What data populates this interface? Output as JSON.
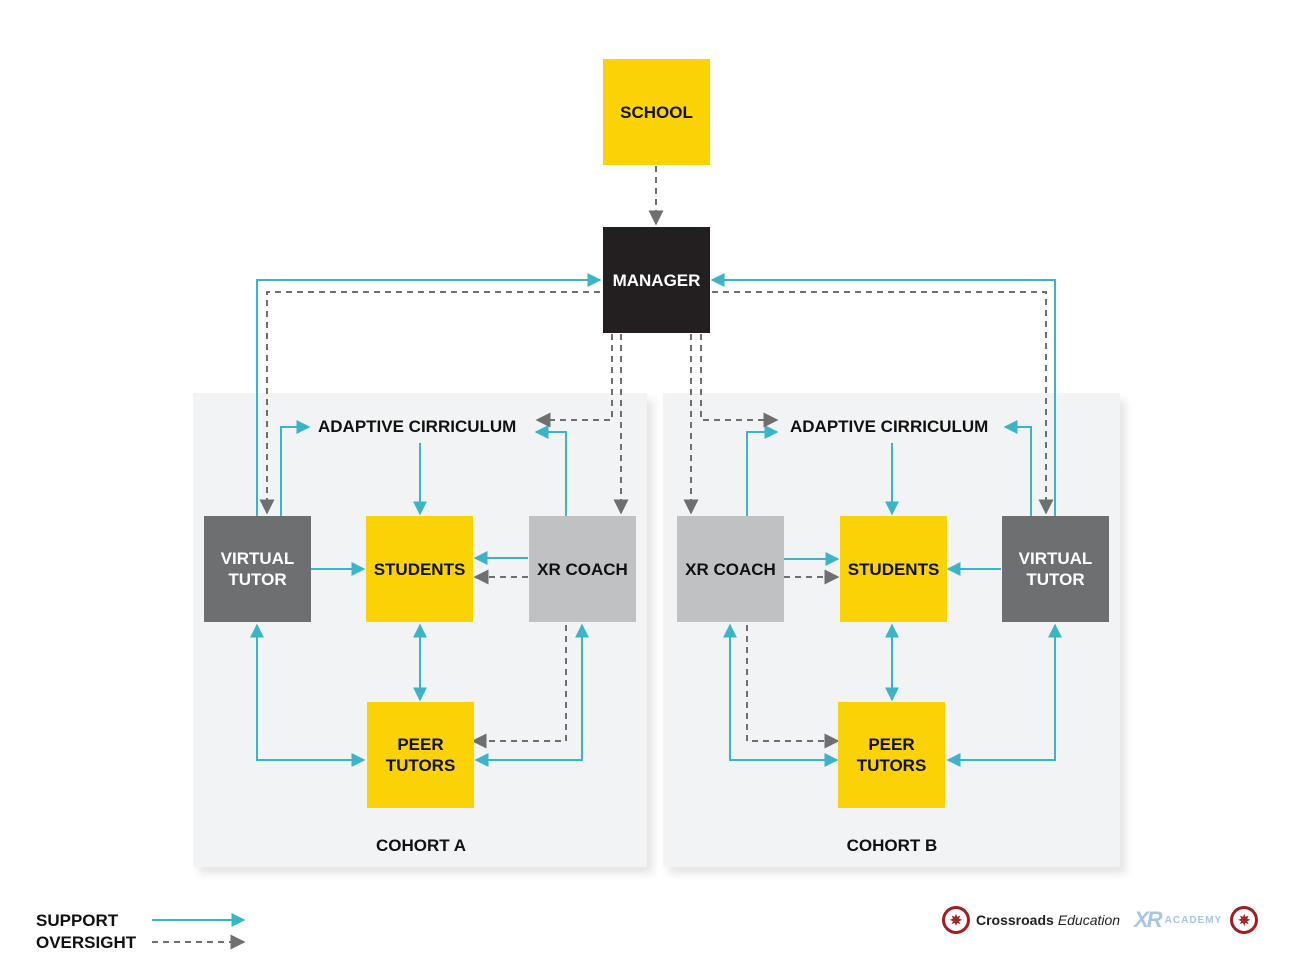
{
  "nodes": {
    "school": "SCHOOL",
    "manager": "MANAGER",
    "cohort_a": {
      "curriculum": "ADAPTIVE CIRRICULUM",
      "virtual_tutor": "VIRTUAL\nTUTOR",
      "students": "STUDENTS",
      "xr_coach": "XR COACH",
      "peer_tutors": "PEER\nTUTORS",
      "label": "COHORT A"
    },
    "cohort_b": {
      "curriculum": "ADAPTIVE CIRRICULUM",
      "xr_coach": "XR COACH",
      "students": "STUDENTS",
      "virtual_tutor": "VIRTUAL\nTUTOR",
      "peer_tutors": "PEER\nTUTORS",
      "label": "COHORT B"
    }
  },
  "legend": {
    "support": "SUPPORT",
    "oversight": "OVERSIGHT"
  },
  "branding": {
    "name": "Crossroads",
    "sub": "Education",
    "xr": "XR",
    "xr_word": "ACADEMY",
    "seal_icon": "crossroads-seal-icon"
  },
  "colors": {
    "support": "#3cb4c8",
    "oversight": "#6e6f71",
    "yellow": "#fbd206",
    "manager": "#231f20",
    "virtual_tutor": "#6e6f71",
    "xr_coach": "#c0c1c3"
  }
}
